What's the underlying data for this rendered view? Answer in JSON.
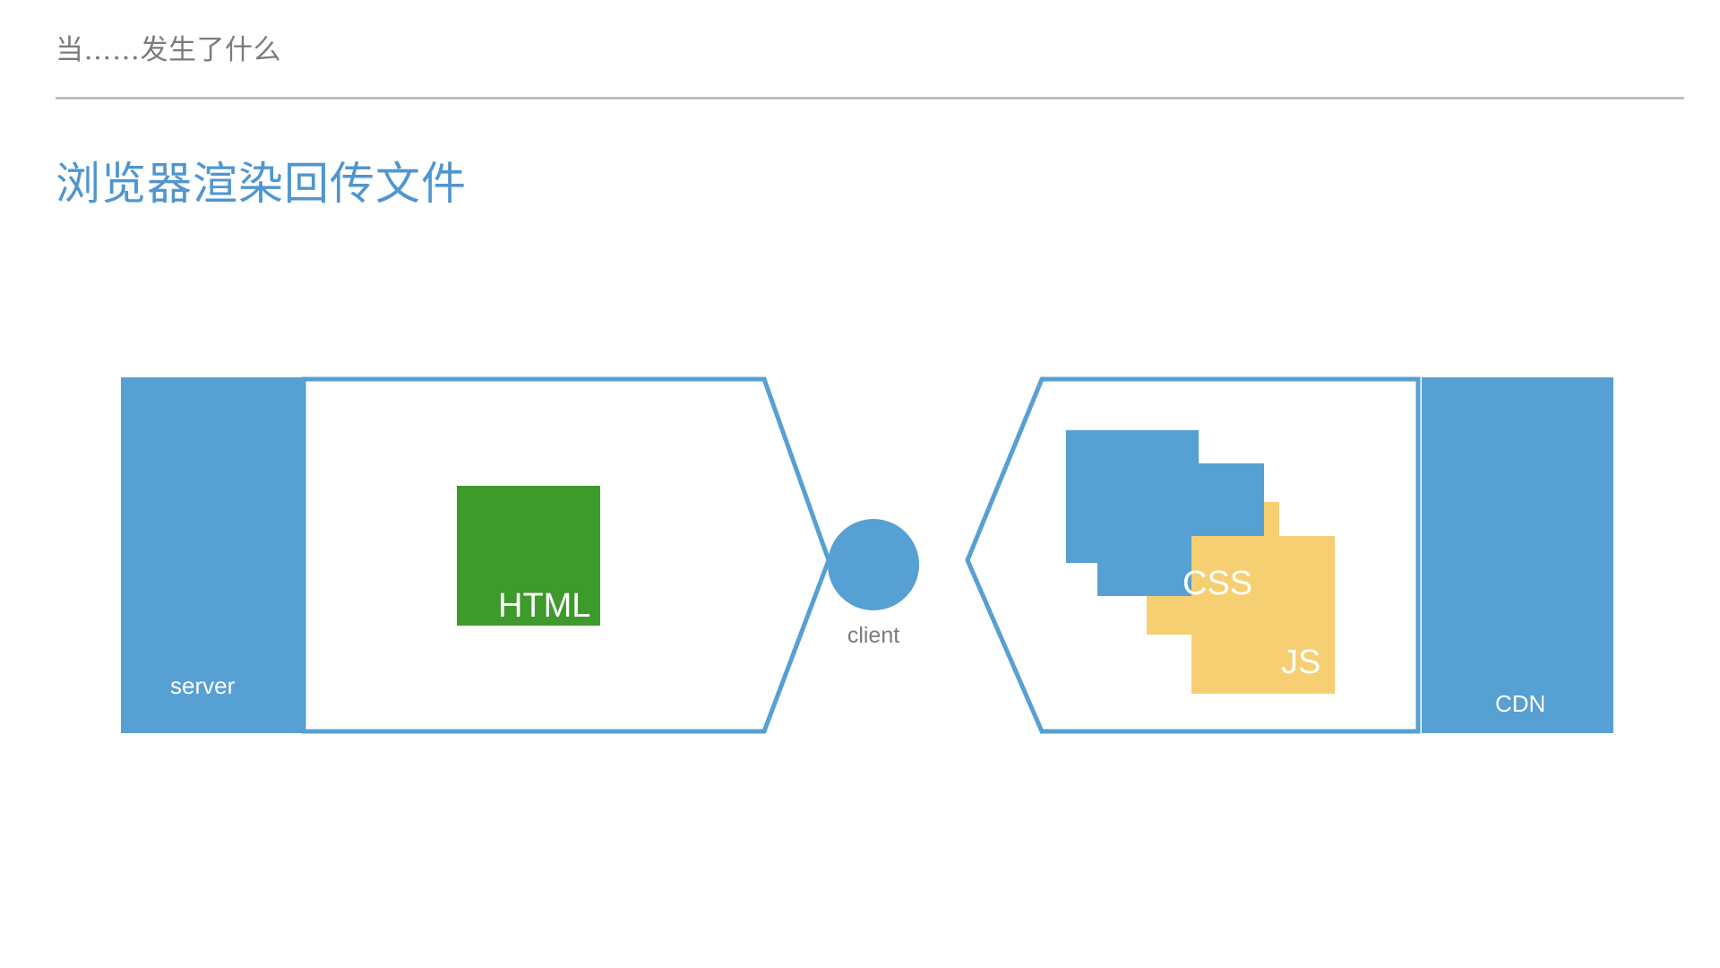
{
  "header": {
    "eyebrow": "当……发生了什么",
    "divider_color": "#bfbfbf"
  },
  "title": {
    "text": "浏览器渲染回传文件",
    "color": "#4F96D0"
  },
  "diagram": {
    "type": "flow",
    "palette": {
      "blue": "#56A0D3",
      "green": "#3E9A2B",
      "yellow": "#F5CF72",
      "white": "#FFFFFF",
      "gray_text": "#7B7B7B"
    },
    "nodes": {
      "server": {
        "label": "server",
        "fill": "#56A0D3"
      },
      "cdn": {
        "label": "CDN",
        "fill": "#56A0D3"
      },
      "client": {
        "label": "client",
        "fill": "#56A0D3"
      },
      "html": {
        "label": "HTML",
        "fill": "#3E9A2B"
      },
      "css": {
        "label": "CSS",
        "fill": "#56A0D3"
      },
      "js": {
        "label": "JS",
        "fill": "#F5CF72"
      }
    }
  }
}
